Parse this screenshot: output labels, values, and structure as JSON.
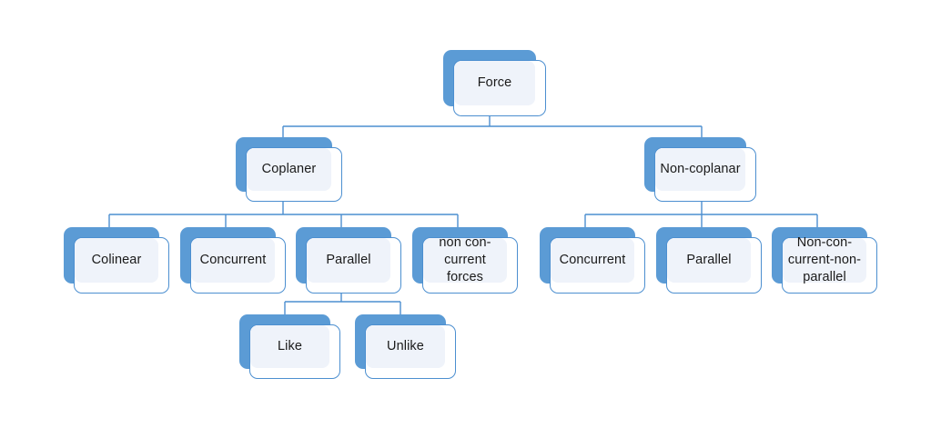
{
  "diagram": {
    "title": "Force classification tree",
    "type": "tree-diagram",
    "colors": {
      "shadow_blue": "#5B9BD5",
      "border_blue": "#4C8FD0",
      "face_fill": "#EFF3FA",
      "connector_blue": "#4C8FD0",
      "text": "#1a1a1a",
      "background": "#FFFFFF"
    }
  },
  "nodes": {
    "root": {
      "label": "Force"
    },
    "level2": [
      {
        "label": "Coplaner"
      },
      {
        "label": "Non-coplanar"
      }
    ],
    "coplaner_children": [
      {
        "label": "Colinear"
      },
      {
        "label": "Concurrent"
      },
      {
        "label": "Parallel"
      },
      {
        "label": "non con-\ncurrent\nforces"
      }
    ],
    "noncoplanar_children": [
      {
        "label": "Concurrent"
      },
      {
        "label": "Parallel"
      },
      {
        "label": "Non-con-\ncurrent-non-\nparallel"
      }
    ],
    "parallel_children": [
      {
        "label": "Like"
      },
      {
        "label": "Unlike"
      }
    ]
  }
}
